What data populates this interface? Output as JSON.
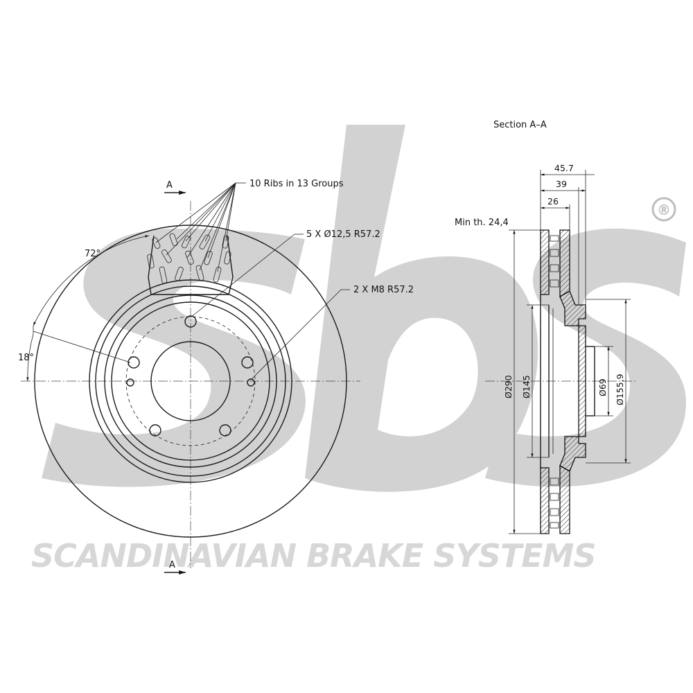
{
  "brand": {
    "watermark_text": "sbs",
    "registered_mark": "®",
    "tagline": "SCANDINAVIAN BRAKE SYSTEMS",
    "watermark_color": "#d2d2d2"
  },
  "front_view": {
    "section_marker_top": "A",
    "section_marker_bottom": "A",
    "ribs_note": "10 Ribs in 13 Groups",
    "bolt_holes_note": "5 X Ø12,5   R57.2",
    "threaded_holes_note": "2 X M8   R57.2",
    "angle_top": "72°",
    "angle_left": "18°"
  },
  "section_view": {
    "title": "Section A–A",
    "min_thickness": "Min th. 24,4",
    "dims": {
      "overall_height": "45.7",
      "hat_height": "39",
      "thickness": "26",
      "outer_diameter": "Ø290",
      "inner_friction_diameter": "Ø145",
      "center_bore": "Ø69",
      "hat_diameter": "Ø155,9"
    }
  }
}
